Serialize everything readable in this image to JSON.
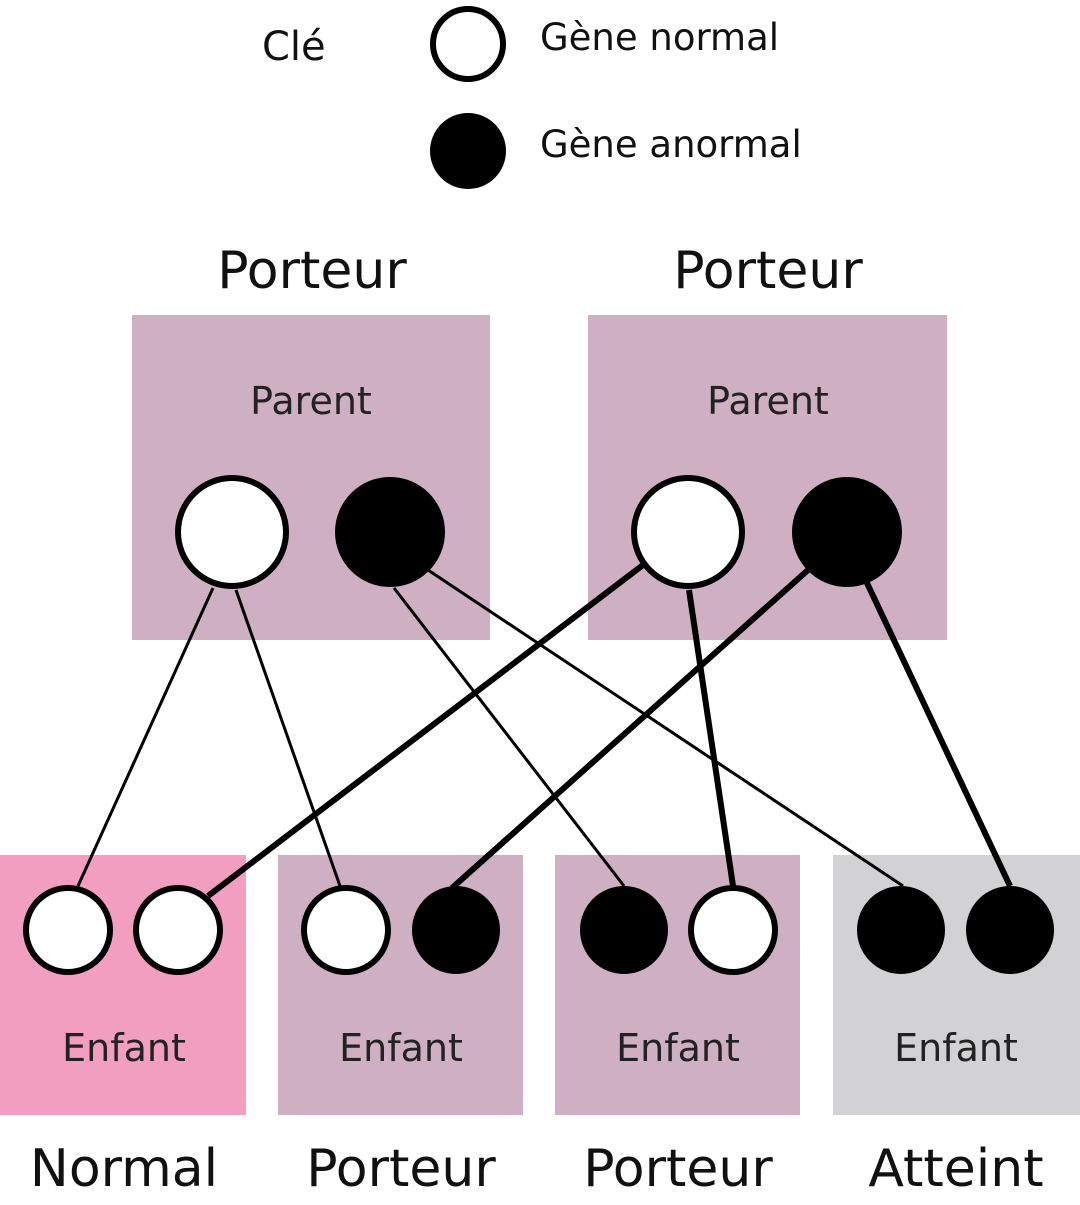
{
  "key": {
    "title": "Clé",
    "normal_label": "Gène normal",
    "abnormal_label": "Gène anormal"
  },
  "colors": {
    "parent_box": "#cfb0c2",
    "child_normal_box": "#f29ec1",
    "child_carrier_box": "#cfb0c2",
    "child_affected_box": "#d2d2d4",
    "gene_normal": "#ffffff",
    "gene_abnormal": "#000000",
    "stroke": "#000000"
  },
  "parents": [
    {
      "status": "Porteur",
      "box_label": "Parent",
      "genes": [
        "normal",
        "abnormal"
      ]
    },
    {
      "status": "Porteur",
      "box_label": "Parent",
      "genes": [
        "normal",
        "abnormal"
      ]
    }
  ],
  "children": [
    {
      "status": "Normal",
      "box_label": "Enfant",
      "genes": [
        "normal",
        "normal"
      ]
    },
    {
      "status": "Porteur",
      "box_label": "Enfant",
      "genes": [
        "normal",
        "abnormal"
      ]
    },
    {
      "status": "Porteur",
      "box_label": "Enfant",
      "genes": [
        "abnormal",
        "normal"
      ]
    },
    {
      "status": "Atteint",
      "box_label": "Enfant",
      "genes": [
        "abnormal",
        "abnormal"
      ]
    }
  ]
}
